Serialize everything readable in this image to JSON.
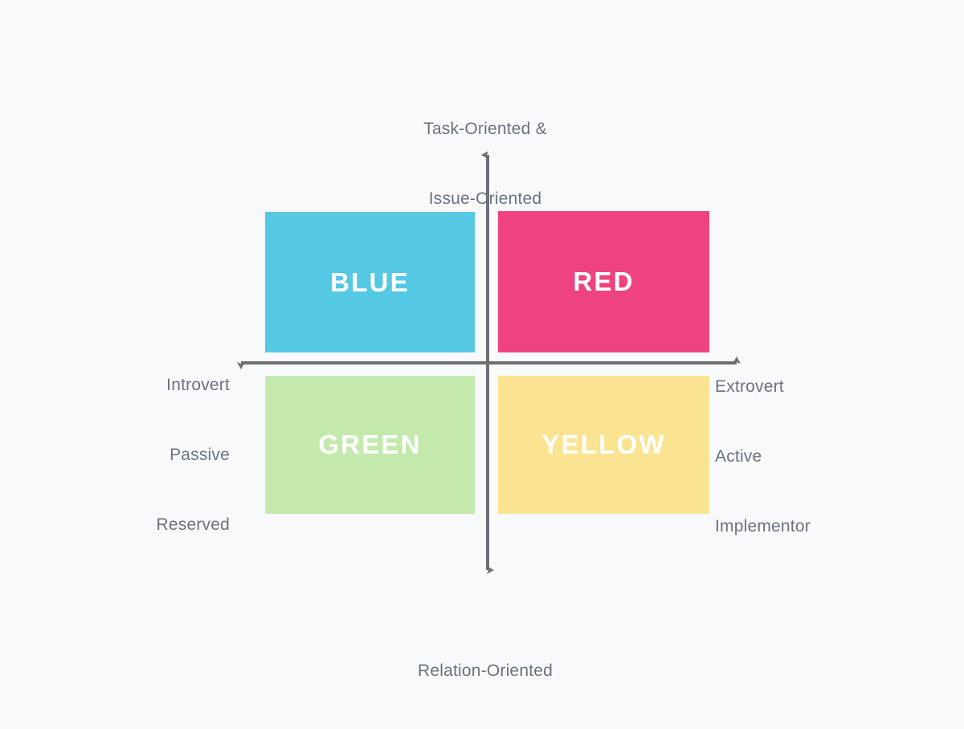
{
  "diagram": {
    "title_visible": false,
    "background_color": "#f7f9fb",
    "axis_color": "#6b6f73",
    "label_color": "#6b7280"
  },
  "axis_labels": {
    "top": {
      "name": "vertical-axis-top-label",
      "lines": [
        "Task-Oriented &",
        "Issue-Oriented"
      ]
    },
    "bottom": {
      "name": "vertical-axis-bottom-label",
      "lines": [
        "Relation-Oriented"
      ]
    },
    "left": {
      "name": "horizontal-axis-left-label",
      "lines": [
        "Introvert",
        "Passive",
        "Reserved"
      ]
    },
    "right": {
      "name": "horizontal-axis-right-label",
      "lines": [
        "Extrovert",
        "Active",
        "Implementor"
      ]
    }
  },
  "quadrants": [
    {
      "id": "blue",
      "label": "BLUE",
      "color": "#55c8e4",
      "text_color": "#ffffff",
      "position": "top-left"
    },
    {
      "id": "red",
      "label": "RED",
      "color": "#ee4380",
      "text_color": "#ffffff",
      "position": "top-right"
    },
    {
      "id": "green",
      "label": "GREEN",
      "color": "#c3e9ac",
      "text_color": "#ffffff",
      "position": "bottom-left"
    },
    {
      "id": "yellow",
      "label": "YELLOW",
      "color": "#fae391",
      "text_color": "#ffffff",
      "position": "bottom-right"
    }
  ],
  "chart_data": {
    "type": "scatter",
    "title": "",
    "xlabel": "Introvert / Passive / Reserved  ↔  Extrovert / Active / Implementor",
    "ylabel": "Relation-Oriented  ↔  Task-Oriented & Issue-Oriented",
    "x_axis_negative_labels": [
      "Introvert",
      "Passive",
      "Reserved"
    ],
    "x_axis_positive_labels": [
      "Extrovert",
      "Active",
      "Implementor"
    ],
    "y_axis_positive_labels": [
      "Task-Oriented &",
      "Issue-Oriented"
    ],
    "y_axis_negative_labels": [
      "Relation-Oriented"
    ],
    "grid": false,
    "legend": "none",
    "categories": [
      "BLUE",
      "RED",
      "GREEN",
      "YELLOW"
    ],
    "points": [
      {
        "label": "BLUE",
        "quadrant": "top-left",
        "x": -1,
        "y": 1,
        "color": "#55c8e4"
      },
      {
        "label": "RED",
        "quadrant": "top-right",
        "x": 1,
        "y": 1,
        "color": "#ee4380"
      },
      {
        "label": "GREEN",
        "quadrant": "bottom-left",
        "x": -1,
        "y": -1,
        "color": "#c3e9ac"
      },
      {
        "label": "YELLOW",
        "quadrant": "bottom-right",
        "x": 1,
        "y": -1,
        "color": "#fae391"
      }
    ]
  }
}
